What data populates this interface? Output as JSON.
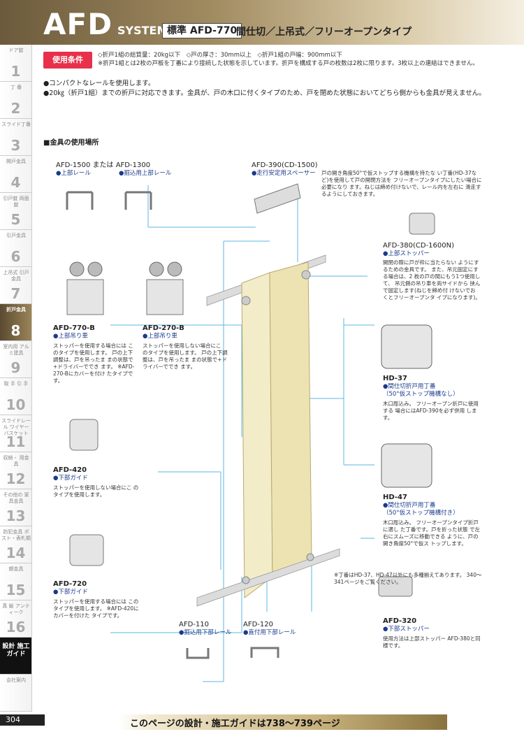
{
  "header": {
    "brand": "AFD",
    "system": "SYSTEM",
    "model": "標準 AFD-770",
    "description": "間仕切／上吊式／フリーオープンタイプ"
  },
  "sidebar": {
    "tabs": [
      {
        "label": "ドア錠",
        "num": "1"
      },
      {
        "label": "丁 番",
        "num": "2"
      },
      {
        "label": "スライド丁番",
        "num": "3"
      },
      {
        "label": "開戸金具",
        "num": "4"
      },
      {
        "label": "引戸錠 両面錠",
        "num": "5"
      },
      {
        "label": "引戸金具",
        "num": "6"
      },
      {
        "label": "上吊式 引戸金具",
        "num": "7"
      },
      {
        "label": "折戸金具",
        "num": "8",
        "active": true
      },
      {
        "label": "室内用 アルミ建具",
        "num": "9"
      },
      {
        "label": "取 手 引 手",
        "num": "10"
      },
      {
        "label": "スライドレール ワイヤー バスケット",
        "num": "11"
      },
      {
        "label": "収納・ 用金具",
        "num": "12"
      },
      {
        "label": "その他の 家具金具",
        "num": "13"
      },
      {
        "label": "防犯金具 ポスト・表札類",
        "num": "14"
      },
      {
        "label": "額金具",
        "num": "15"
      },
      {
        "label": "真 鍮 アンティーク",
        "num": "16"
      },
      {
        "label": "設計 施工 ガイド",
        "num": "",
        "guide": true
      },
      {
        "label": "会社案内",
        "num": ""
      }
    ],
    "page_number": "304"
  },
  "usage": {
    "badge": "使用条件",
    "line1": "◇折戸1組の総質量：20kg以下　◇戸の厚さ：30mm以上　◇折戸1組の戸幅：900mm以下",
    "line2": "※折戸1組とは2枚の戸板を丁番により接続した状態を示しています。折戸を構成する戸の枚数は2枚に限ります。3枚以上の連結はできません。"
  },
  "bullets": [
    "●コンパクトなレールを使用します。",
    "●20㎏（折戸1組）までの折戸に対応できます。金具が、戸の木口に付くタイプのため、戸を閉めた状態においてどちら側からも金具が見えません。"
  ],
  "section_title": "■金具の使用場所",
  "parts": {
    "rail_top": {
      "name": "AFD-1500 または AFD-1300",
      "sub1": "●上部レール",
      "sub2": "●掘込用上部レール"
    },
    "afd770b": {
      "name": "AFD-770-B",
      "sub": "●上部吊り車",
      "desc": "ストッパーを使用する場合には このタイプを使用します。 戸の上下調整は、戸を吊ったま まの状態で+ドライバーででき ます。 ※AFD-270-Bにカバーを付け たタイプです。"
    },
    "afd270b": {
      "name": "AFD-270-B",
      "sub": "●上部吊り車",
      "desc": "ストッパーを使用しない場合にこ のタイプを使用します。 戸の上下調整は、戸を吊ったま まの状態で+ドライバーででき ます。"
    },
    "afd420": {
      "name": "AFD-420",
      "sub": "●下部ガイド",
      "desc": "ストッパーを使用しない場合にこ のタイプを使用します。"
    },
    "afd720": {
      "name": "AFD-720",
      "sub": "●下部ガイド",
      "desc": "ストッパーを使用する場合には このタイプを使用します。 ※AFD-420にカバーを付けた タイプです。"
    },
    "afd390": {
      "name": "AFD-390(CD-1500)",
      "sub": "●走行安定用スペーサー",
      "desc": "戸の開き角度50°で仮ストップする機構を持たな い丁番(HD-37など)を使用して戸の開閉方法を フリーオープンタイプにしたい場合に必要になり ます。ねじは締め付けないで、レール内を左右に 滑走するようにしておきます。"
    },
    "afd380": {
      "name": "AFD-380(CD-1600N)",
      "sub": "●上部ストッパー",
      "desc": "開閉の際に戸が枠に当たらない ようにするための金具です。 また、吊元固定にする場合は、2 枚の戸の間にもう1つ使用して、 吊元側の吊り車を両サイドから 挟んで固定します(ねじを締め付 けないでおくとフリーオープンタ イプになります)。"
    },
    "hd37": {
      "name": "HD-37",
      "sub1": "●間仕切折戸用丁番",
      "sub2": "（50°仮ストップ機構なし）",
      "desc": "木口彫込み。 フリーオープン折戸に使用する 場合にはAFD-390を必ず併用 します。"
    },
    "hd47": {
      "name": "HD-47",
      "sub1": "●間仕切折戸用丁番",
      "sub2": "（50°仮ストップ機構付き）",
      "desc": "木口彫込み。 フリーオープンタイプ折戸に適し た丁番です。戸を折った状態 で左右にスムーズに移動できる ように、戸の開き角度50°で仮ス トップします。"
    },
    "note": "※丁番はHD-37、HD-47以外にも多種揃えてあります。 340～341ページをご覧ください。",
    "afd320": {
      "name": "AFD-320",
      "sub": "●下部ストッパー",
      "desc": "使用方法は上部ストッパー AFD-380と同様です。"
    },
    "afd110": {
      "name": "AFD-110",
      "sub": "●掘込用下部レール"
    },
    "afd120": {
      "name": "AFD-120",
      "sub": "●直付用下部レール"
    }
  },
  "footer": "このページの設計・施工ガイドは738～739ページ"
}
